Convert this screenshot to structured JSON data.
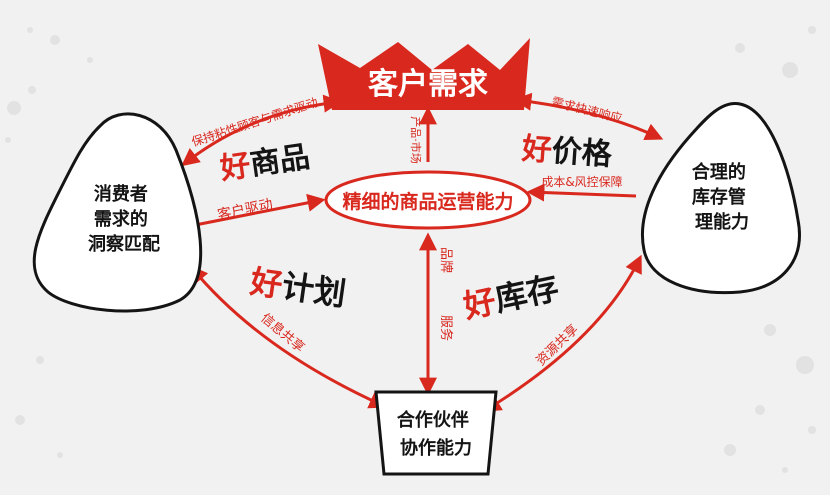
{
  "diagram": {
    "crown_label": "客户需求",
    "center_label": "精细的商品运营能力",
    "nodes": {
      "consumer": [
        "消费者",
        "需求的",
        "洞察匹配"
      ],
      "inventory": [
        "合理的",
        "库存管",
        "理能力"
      ],
      "partner": [
        "合作伙伴",
        "协作能力"
      ]
    },
    "pillars": {
      "good_prefix": "好",
      "product": "商品",
      "price": "价格",
      "plan": "计划",
      "stock": "库存"
    },
    "arrow_labels": {
      "stickiness": "保持粘性顾客与需求驱动",
      "quick_response": "需求快速响应",
      "product_market": "产品·市场",
      "customer_driven": "客户驱动",
      "cost_risk": "成本&风控保障",
      "brand": "品牌",
      "service": "服务",
      "info_share": "信息共享",
      "resource_share": "资源共享"
    },
    "colors": {
      "red": "#d9281e",
      "dark": "#141414",
      "white": "#ffffff",
      "background": "#f1f1f1"
    }
  }
}
